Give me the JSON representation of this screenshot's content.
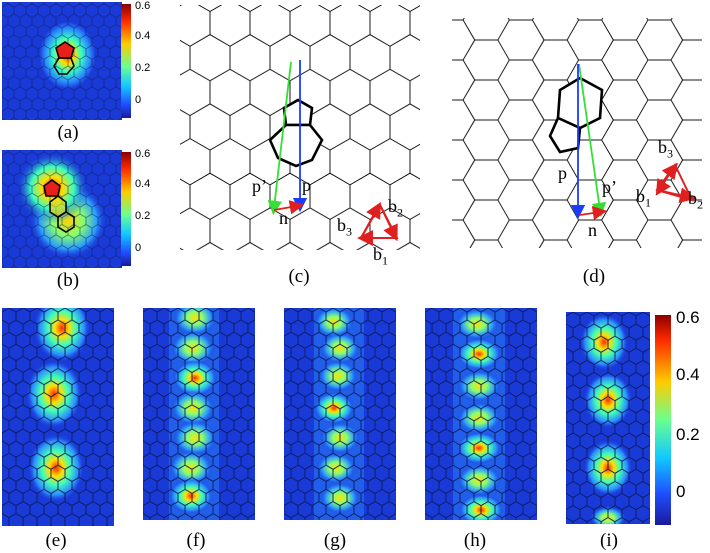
{
  "panels": {
    "a": {
      "label": "(a)"
    },
    "b": {
      "label": "(b)"
    },
    "c": {
      "label": "(c)"
    },
    "d": {
      "label": "(d)"
    },
    "e": {
      "label": "(e)"
    },
    "f": {
      "label": "(f)"
    },
    "g": {
      "label": "(g)"
    },
    "h": {
      "label": "(h)"
    },
    "i": {
      "label": "(i)"
    }
  },
  "colorbar_small": {
    "ticks": [
      "0.6",
      "0.4",
      "0.2",
      "0"
    ],
    "tick_values": [
      0.6,
      0.4,
      0.2,
      0.0
    ],
    "range": [
      -0.1,
      0.6
    ]
  },
  "colorbar_large": {
    "ticks": [
      "0.6",
      "0.4",
      "0.2",
      "0"
    ],
    "tick_values": [
      0.6,
      0.4,
      0.2,
      0.0
    ],
    "range": [
      -0.1,
      0.6
    ]
  },
  "vector_labels": {
    "c": {
      "p_prime": "p’",
      "p": "p",
      "n": "n",
      "b1": "b",
      "b1_sub": "1",
      "b2": "b",
      "b2_sub": "2",
      "b3": "b",
      "b3_sub": "3"
    },
    "d": {
      "p_prime": "p’",
      "p": "p",
      "n": "n",
      "b1": "b",
      "b1_sub": "1",
      "b2": "b",
      "b2_sub": "2",
      "b3": "b",
      "b3_sub": "3"
    }
  },
  "colors": {
    "vector_p": "#1a3cff",
    "vector_p_prime": "#33e033",
    "vector_n_burgers": "#e02020",
    "lattice": "#000000",
    "heatmap_background": "#1a3ad8"
  }
}
